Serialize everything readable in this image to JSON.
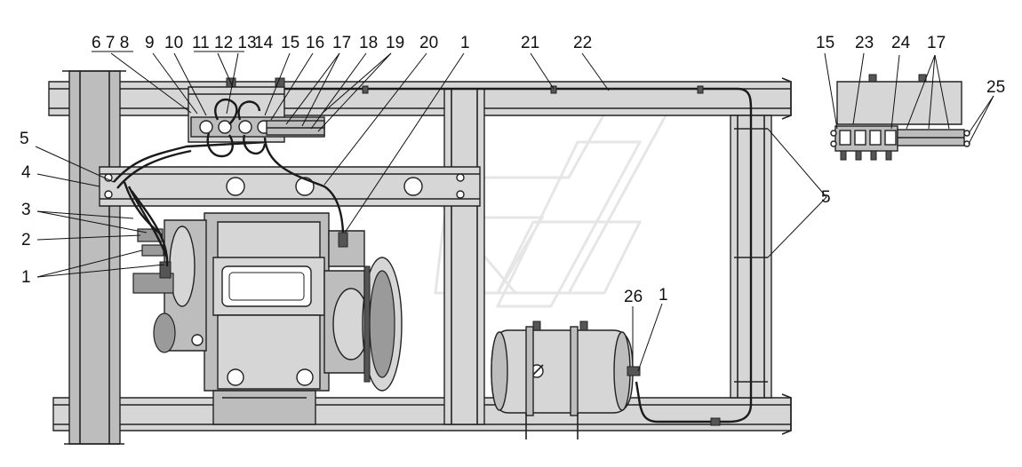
{
  "figure": {
    "type": "technical-assembly-drawing",
    "background": "#ffffff",
    "line_color": "#222222",
    "fill_color": "#bdbdbd"
  },
  "callouts": {
    "l_5_left": "5",
    "l_4": "4",
    "l_3": "3",
    "l_2": "2",
    "l_1_left": "1",
    "l_678": "6 7 8",
    "l_9": "9",
    "l_10": "10",
    "l_111213": "11 12 13",
    "l_14": "14",
    "l_15": "15",
    "l_16": "16",
    "l_17": "17",
    "l_18": "18",
    "l_19": "19",
    "l_20": "20",
    "l_1_top": "1",
    "l_21": "21",
    "l_22": "22",
    "l_5_right": "5",
    "l_26": "26",
    "l_1_tank": "1",
    "inset_15": "15",
    "inset_23": "23",
    "inset_24": "24",
    "inset_17": "17",
    "inset_25": "25"
  }
}
